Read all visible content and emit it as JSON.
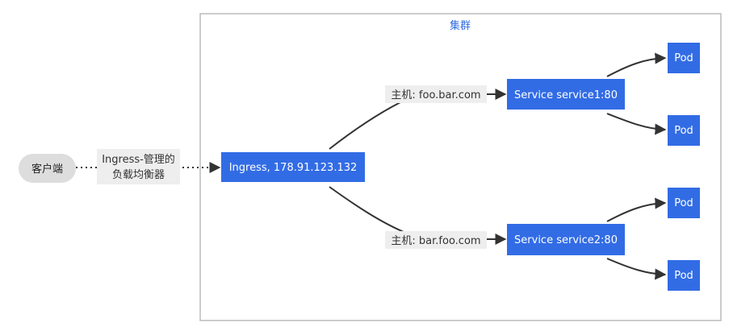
{
  "cluster": {
    "label": "集群"
  },
  "client": {
    "label": "客户端"
  },
  "edge_client_ingress": {
    "line1": "Ingress-管理的",
    "line2": "负载均衡器"
  },
  "ingress": {
    "label": "Ingress, 178.91.123.132"
  },
  "routes": [
    {
      "host_label": "主机: foo.bar.com",
      "service_label": "Service service1:80",
      "pods": [
        "Pod",
        "Pod"
      ]
    },
    {
      "host_label": "主机: bar.foo.com",
      "service_label": "Service service2:80",
      "pods": [
        "Pod",
        "Pod"
      ]
    }
  ],
  "colors": {
    "node_fill": "#326ce5",
    "cluster_border": "#bbbbbb",
    "client_fill": "#dddddd",
    "edge": "#333333",
    "label_bg": "#eeeeee"
  }
}
